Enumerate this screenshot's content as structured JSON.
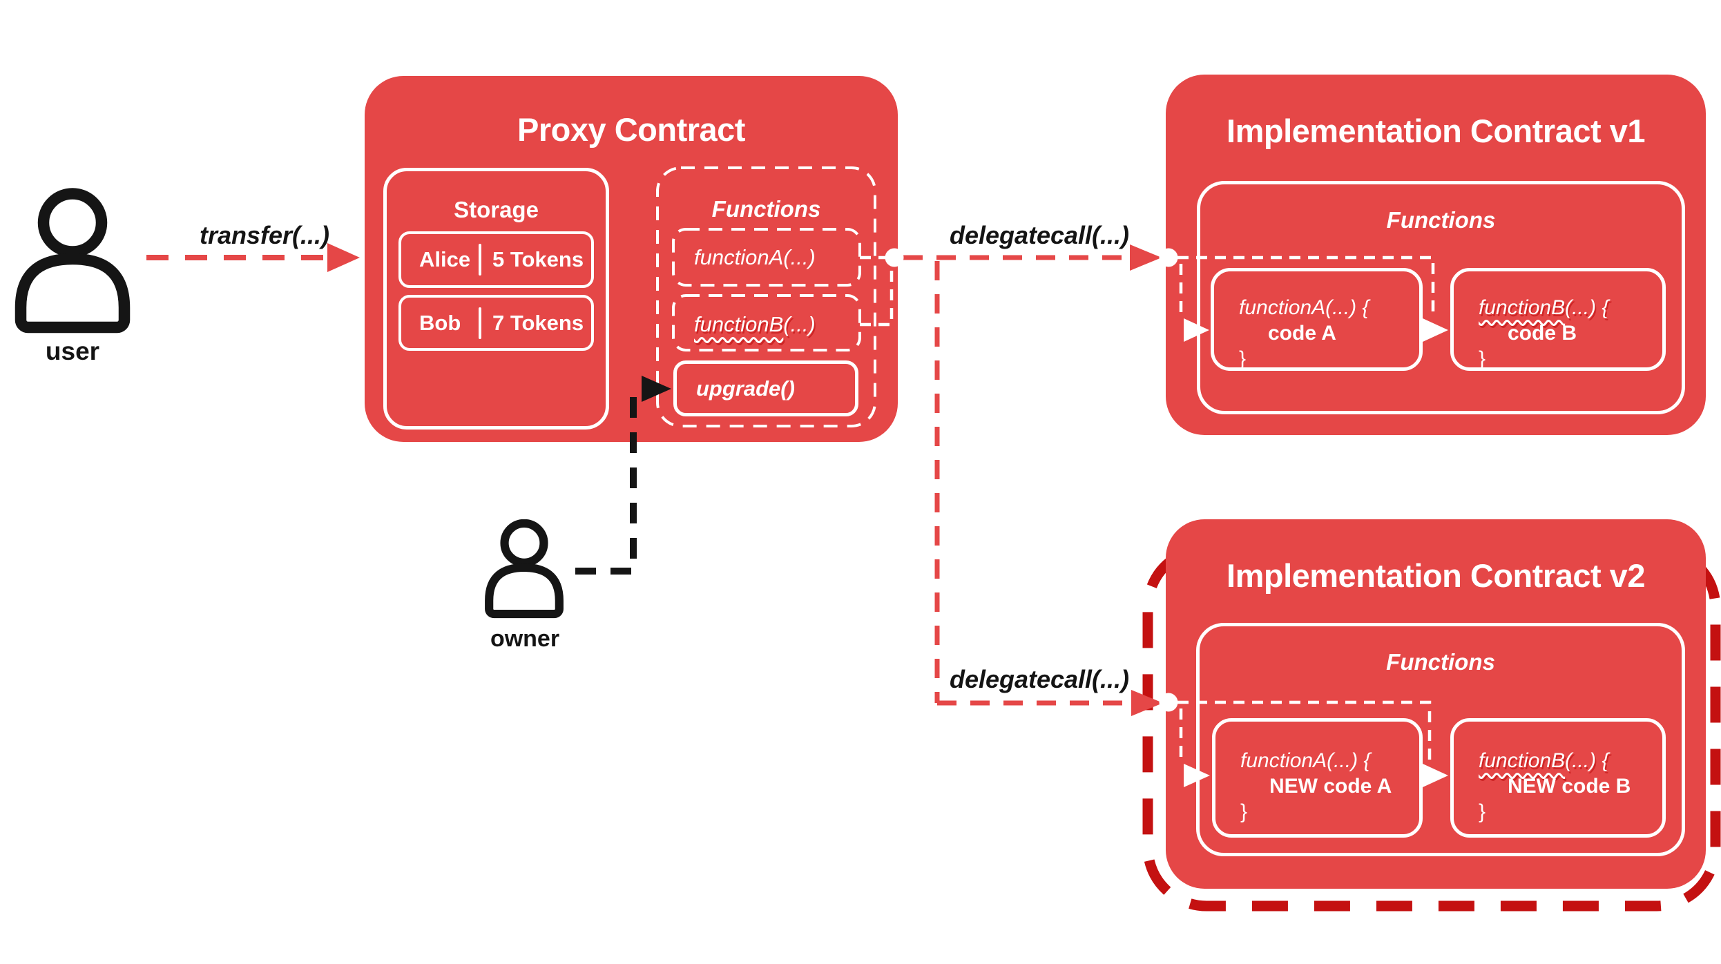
{
  "colors": {
    "contract_red": "#e54747",
    "highlight_dark_red": "#c41111",
    "line_black": "#151515",
    "line_white": "#ffffff"
  },
  "actors": {
    "user": {
      "label": "user"
    },
    "owner": {
      "label": "owner"
    }
  },
  "edges": {
    "transfer_label": "transfer(...)",
    "delegatecall_v1_label": "delegatecall(...)",
    "delegatecall_v2_label": "delegatecall(...)"
  },
  "proxy": {
    "title": "Proxy Contract",
    "storage": {
      "title": "Storage",
      "rows": [
        {
          "name": "Alice",
          "value": "5 Tokens"
        },
        {
          "name": "Bob",
          "value": "7 Tokens"
        }
      ]
    },
    "functions": {
      "title": "Functions",
      "function_a": {
        "name": "functionA",
        "args": "(...)"
      },
      "function_b": {
        "name": "functionB",
        "args": "(...)"
      },
      "upgrade_label": "upgrade()"
    }
  },
  "impl_v1": {
    "title": "Implementation Contract v1",
    "functions": {
      "title": "Functions",
      "function_a": {
        "sig_name": "functionA",
        "sig_rest": "(...) {",
        "body": "code A",
        "close": "}"
      },
      "function_b": {
        "sig_name": "functionB",
        "sig_rest": "(...) {",
        "body": "code B",
        "close": "}"
      }
    }
  },
  "impl_v2": {
    "title": "Implementation Contract v2",
    "functions": {
      "title": "Functions",
      "function_a": {
        "sig_name": "functionA",
        "sig_rest": "(...) {",
        "body": "NEW code A",
        "close": "}"
      },
      "function_b": {
        "sig_name": "functionB",
        "sig_rest": "(...) {",
        "body": "NEW code B",
        "close": "}"
      }
    }
  }
}
